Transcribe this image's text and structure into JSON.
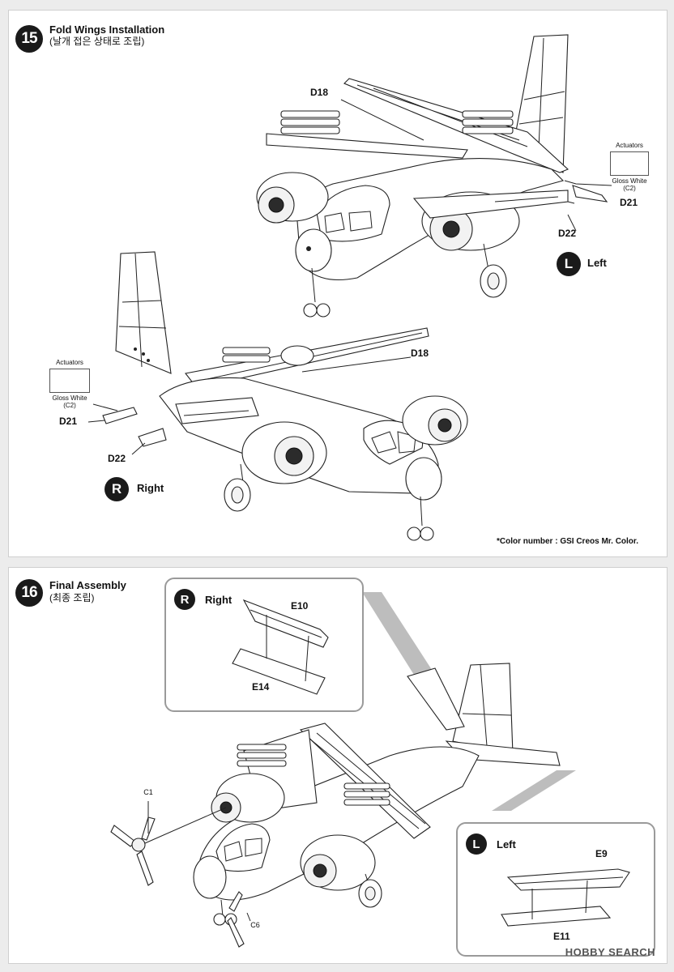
{
  "step15": {
    "number": "15",
    "title": "Fold Wings Installation",
    "subtitle": "(날개 접은 상태로 조립)",
    "top_view": {
      "d18": "D18",
      "actuators": "Actuators",
      "paint": "Gloss White",
      "paint_code": "(C2)",
      "d21": "D21",
      "d22": "D22",
      "side_badge": "L",
      "side_label": "Left"
    },
    "bottom_view": {
      "d18": "D18",
      "actuators": "Actuators",
      "paint": "Gloss White",
      "paint_code": "(C2)",
      "d21": "D21",
      "d22": "D22",
      "side_badge": "R",
      "side_label": "Right"
    },
    "color_note": "*Color number : GSI Creos Mr. Color."
  },
  "step16": {
    "number": "16",
    "title": "Final Assembly",
    "subtitle": "(최종 조립)",
    "right_callout": {
      "side_badge": "R",
      "side_label": "Right",
      "part_top": "E10",
      "part_bottom": "E14"
    },
    "left_callout": {
      "side_badge": "L",
      "side_label": "Left",
      "part_top": "E9",
      "part_bottom": "E11"
    },
    "c1": "C1",
    "c6": "C6"
  },
  "watermark": "HOBBY SEARCH"
}
